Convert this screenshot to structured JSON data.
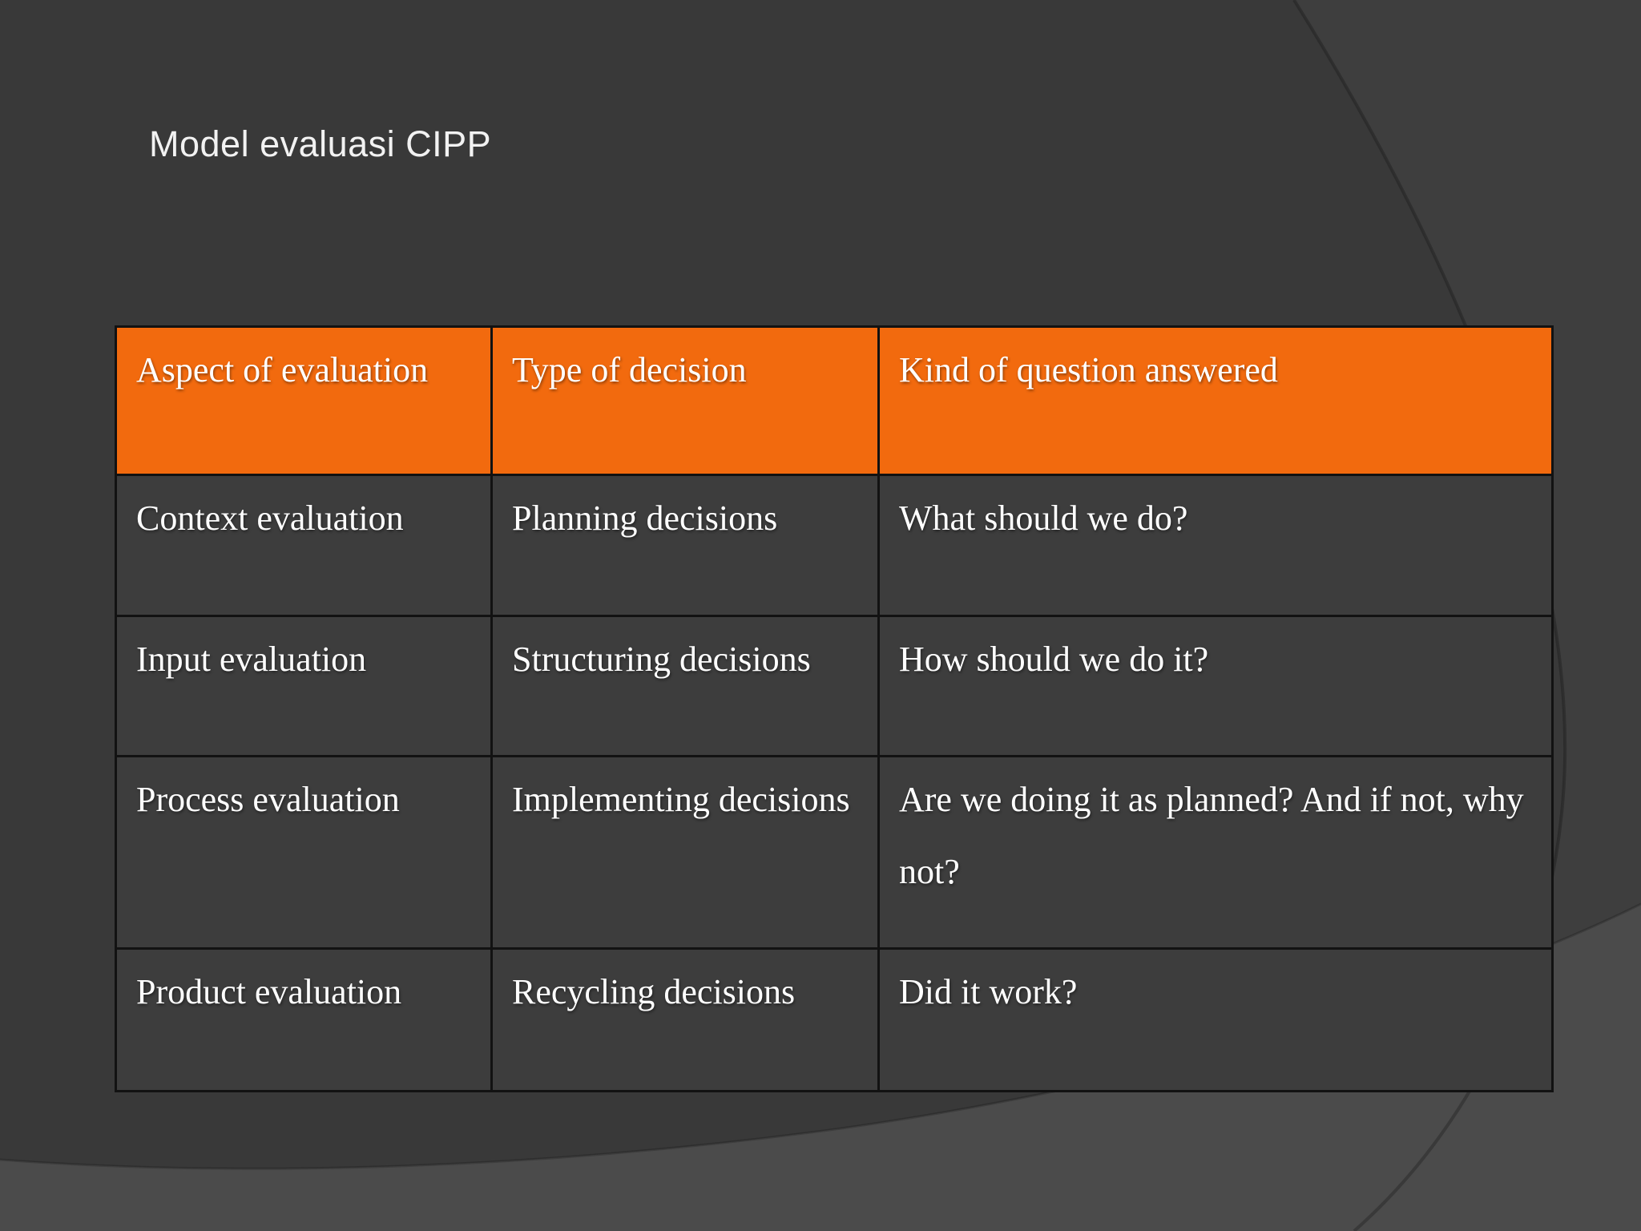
{
  "slide": {
    "title": "Model evaluasi CIPP",
    "background": {
      "base_color": "#393939",
      "right_panel_color": "#3e3e3e",
      "bottom_swoosh_color": "#4b4b4b",
      "arc_line_color": "#1a1a1a"
    },
    "table": {
      "header_bg": "#F26A0E",
      "cell_bg": "#3d3d3d",
      "border_color": "#121212",
      "text_color": "#ffffff",
      "columns": [
        "Aspect of evaluation",
        "Type of decision",
        "Kind of question answered"
      ],
      "rows": [
        [
          "Context evaluation",
          "Planning decisions",
          "What should we do?"
        ],
        [
          "Input evaluation",
          "Structuring decisions",
          "How should we do it?"
        ],
        [
          "Process evaluation",
          "Implementing decisions",
          "Are we doing it as planned? And if not, why not?"
        ],
        [
          "Product evaluation",
          "Recycling decisions",
          "Did it work?"
        ]
      ]
    }
  }
}
